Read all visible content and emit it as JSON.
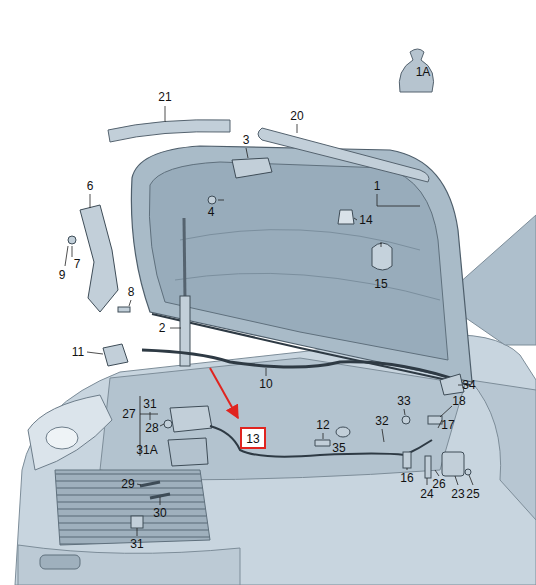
{
  "diagram": {
    "nodes": [
      {
        "text": [
          "13"
        ]
      }
    ],
    "labels": [
      "1A",
      "21",
      "20",
      "3",
      "1",
      "6",
      "4",
      "14",
      "7",
      "9",
      "15",
      "8",
      "2",
      "11",
      "10",
      "34",
      "33",
      "18",
      "31",
      "27",
      "28",
      "32",
      "17",
      "12",
      "35",
      "31A",
      "16",
      "26",
      "24",
      "23",
      "25",
      "29",
      "30",
      "31"
    ]
  }
}
